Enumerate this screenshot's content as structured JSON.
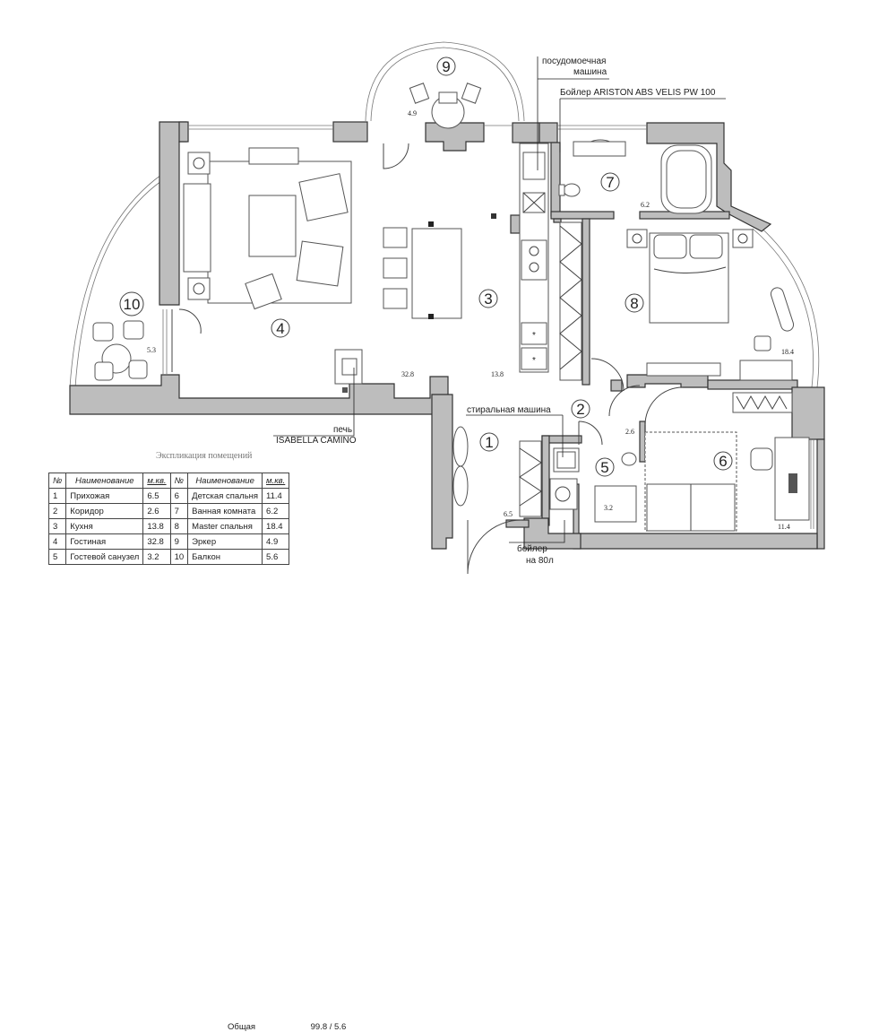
{
  "rooms": [
    {
      "num": "1"
    },
    {
      "num": "2"
    },
    {
      "num": "3"
    },
    {
      "num": "4"
    },
    {
      "num": "5"
    },
    {
      "num": "6"
    },
    {
      "num": "7"
    },
    {
      "num": "8"
    },
    {
      "num": "9"
    },
    {
      "num": "10"
    }
  ],
  "areas": {
    "bay": "4.9",
    "balcony": "5.3",
    "living": "32.8",
    "kitchen": "13.8",
    "bath": "6.2",
    "master": "18.4",
    "corridor": "2.6",
    "hall": "6.5",
    "guest_wc": "3.2",
    "kids": "11.4"
  },
  "labels": {
    "dishwasher_1": "посудомоечная",
    "dishwasher_2": "машина",
    "boiler_ariston": "Бойлер ARISTON ABS VELIS PW 100",
    "washing_machine": "стиральная машина",
    "stove_1": "печь",
    "stove_2": "ISABELLA CAMINO",
    "boiler_1": "бойлер",
    "boiler_2": "на 80л"
  },
  "legend": {
    "caption": "Экспликация помещений",
    "headers": {
      "no": "№",
      "name": "Наименование",
      "area": "м.кв."
    },
    "rows": [
      {
        "no1": "1",
        "name1": "Прихожая",
        "area1": "6.5",
        "no2": "6",
        "name2": "Детская спальня",
        "area2": "11.4"
      },
      {
        "no1": "2",
        "name1": "Коридор",
        "area1": "2.6",
        "no2": "7",
        "name2": "Ванная комната",
        "area2": "6.2"
      },
      {
        "no1": "3",
        "name1": "Кухня",
        "area1": "13.8",
        "no2": "8",
        "name2": "Master спальня",
        "area2": "18.4"
      },
      {
        "no1": "4",
        "name1": "Гостиная",
        "area1": "32.8",
        "no2": "9",
        "name2": "Эркер",
        "area2": "4.9"
      },
      {
        "no1": "5",
        "name1": "Гостевой санузел",
        "area1": "3.2",
        "no2": "10",
        "name2": "Балкон",
        "area2": "5.6"
      }
    ],
    "total_label": "Общая",
    "total_value": "99.8 / 5.6"
  }
}
